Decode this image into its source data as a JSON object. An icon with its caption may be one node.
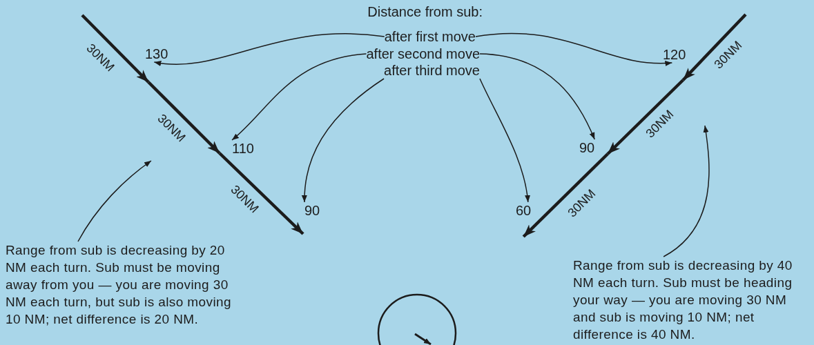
{
  "diagram": {
    "nodes": [
      {
        "text": [
          "after first move"
        ]
      },
      {
        "text": [
          "after second move"
        ]
      },
      {
        "text": [
          "after third move"
        ]
      },
      {
        "text": [
          "130"
        ]
      },
      {
        "text": [
          "110"
        ]
      },
      {
        "text": [
          "90"
        ]
      },
      {
        "text": [
          "120"
        ]
      },
      {
        "text": [
          "90"
        ]
      },
      {
        "text": [
          "60"
        ]
      },
      {
        "text": [
          "Range from sub is decreasing by 20 NM each turn. Sub must be moving away from you — you are moving 30 NM each turn, but sub is also moving 10 NM; net difference is 20 NM."
        ]
      },
      {
        "text": [
          "Range from sub is decreasing by 40 NM each turn. Sub must be heading your way — you are moving 30 NM and sub is moving 10 NM; net difference is 40 NM."
        ]
      }
    ],
    "edges": [
      {
        "from": 0,
        "to": 3,
        "arrow": "to"
      },
      {
        "from": 0,
        "to": 6,
        "arrow": "to"
      },
      {
        "from": 1,
        "to": 4,
        "arrow": "to"
      },
      {
        "from": 1,
        "to": 7,
        "arrow": "to"
      },
      {
        "from": 2,
        "to": 5,
        "arrow": "to"
      },
      {
        "from": 2,
        "to": 8,
        "arrow": "to"
      },
      {
        "from": 9,
        "to": null,
        "arrow": "to"
      },
      {
        "from": 10,
        "to": null,
        "arrow": "to"
      },
      {
        "from": null,
        "to": 3,
        "arrow": "to",
        "label": "30NM",
        "style": "thick"
      },
      {
        "from": 3,
        "to": 4,
        "arrow": "to",
        "label": "30NM",
        "style": "thick"
      },
      {
        "from": 4,
        "to": 5,
        "arrow": "to",
        "label": "30NM",
        "style": "thick"
      },
      {
        "from": null,
        "to": 6,
        "arrow": "to",
        "label": "30NM",
        "style": "thick"
      },
      {
        "from": 6,
        "to": 7,
        "arrow": "to",
        "label": "30NM",
        "style": "thick"
      },
      {
        "from": 7,
        "to": 8,
        "arrow": "to",
        "label": "30NM",
        "style": "thick"
      }
    ],
    "labels": [
      "Distance from sub:"
    ]
  }
}
